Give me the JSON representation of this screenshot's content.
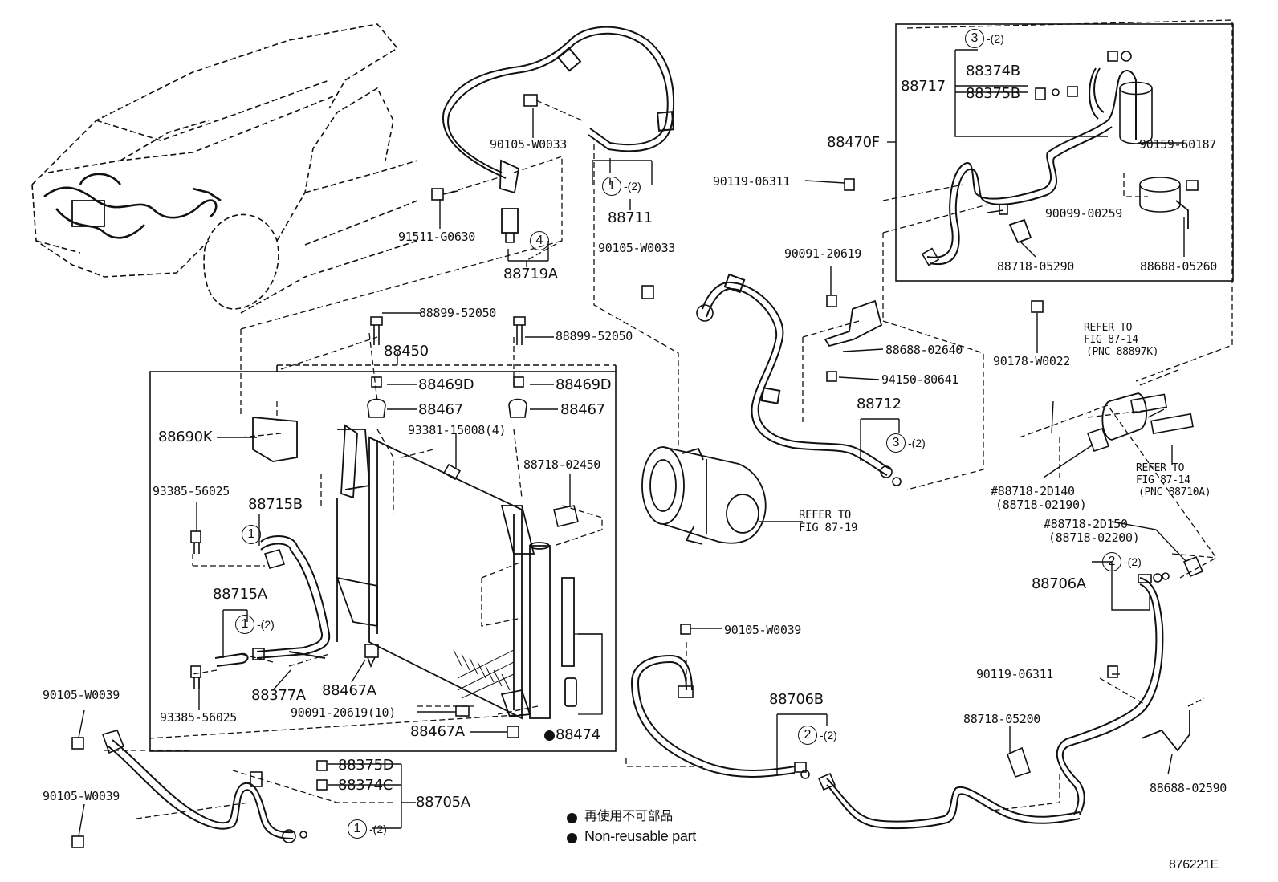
{
  "diagram_id": "876221E",
  "legend": {
    "jp": "再使用不可部品",
    "en": "Non-reusable part"
  },
  "labels": {
    "p90105_w0033_a": "90105-W0033",
    "p88711": "88711",
    "p91511_g0630": "91511-G0630",
    "p88719a": "88719A",
    "p90105_w0033_b": "90105-W0033",
    "p88717": "88717",
    "p88374b": "88374B",
    "p88375b": "88375B",
    "p88470f": "88470F",
    "p90159_60187": "90159-60187",
    "p90119_06311_a": "90119-06311",
    "p90099_00259": "90099-00259",
    "p88718_05290": "88718-05290",
    "p88688_05260": "88688-05260",
    "p90091_20619_a": "90091-20619",
    "p88688_02640": "88688-02640",
    "p94150_80641": "94150-80641",
    "p88712": "88712",
    "p90178_w0022": "90178-W0022",
    "refer_87_14_a_1": "REFER TO",
    "refer_87_14_a_2": "FIG 87-14",
    "refer_87_14_a_3": "(PNC 88897K)",
    "refer_87_14_b_1": "REFER TO",
    "refer_87_14_b_2": "FIG 87-14",
    "refer_87_14_b_3": "(PNC 88710A)",
    "p88718_2d140": "#88718-2D140",
    "p88718_02190": "(88718-02190)",
    "p88718_2d150": "#88718-2D150",
    "p88718_02200": "(88718-02200)",
    "p88706a": "88706A",
    "p88899_52050_a": "88899-52050",
    "p88899_52050_b": "88899-52050",
    "p88450": "88450",
    "p88469d_a": "88469D",
    "p88469d_b": "88469D",
    "p88467_a": "88467",
    "p88467_b": "88467",
    "p93381_15008": "93381-15008(4)",
    "p88690k": "88690K",
    "p88718_02450": "88718-02450",
    "p93385_56025_a": "93385-56025",
    "p88715b": "88715B",
    "p88715a": "88715A",
    "p93385_56025_b": "93385-56025",
    "p88377a": "88377A",
    "p88467a_a": "88467A",
    "p90091_20619_10": "90091-20619(10)",
    "p88467a_b": "88467A",
    "p88474": "88474",
    "refer_87_19_1": "REFER TO",
    "refer_87_19_2": "FIG 87-19",
    "p90105_w0039_a": "90105-W0039",
    "p90105_w0039_b": "90105-W0039",
    "p90105_w0039_c": "90105-W0039",
    "p88706b": "88706B",
    "p90119_06311_b": "90119-06311",
    "p88718_05200": "88718-05200",
    "p88688_02590": "88688-02590",
    "p88375d": "88375D",
    "p88374c": "88374C",
    "p88705a": "88705A"
  },
  "callouts": {
    "c1_88711": {
      "num": "1",
      "qty": "-(2)"
    },
    "c4_88719a": {
      "num": "4",
      "qty": ""
    },
    "c3_88717": {
      "num": "3",
      "qty": "-(2)"
    },
    "c3_88712": {
      "num": "3",
      "qty": "-(2)"
    },
    "c2_88706a": {
      "num": "2",
      "qty": "-(2)"
    },
    "c1_88715b": {
      "num": "1",
      "qty": ""
    },
    "c1_88715a": {
      "num": "1",
      "qty": "-(2)"
    },
    "c2_88706b": {
      "num": "2",
      "qty": "-(2)"
    },
    "c1_88705a": {
      "num": "1",
      "qty": "-(2)"
    }
  }
}
